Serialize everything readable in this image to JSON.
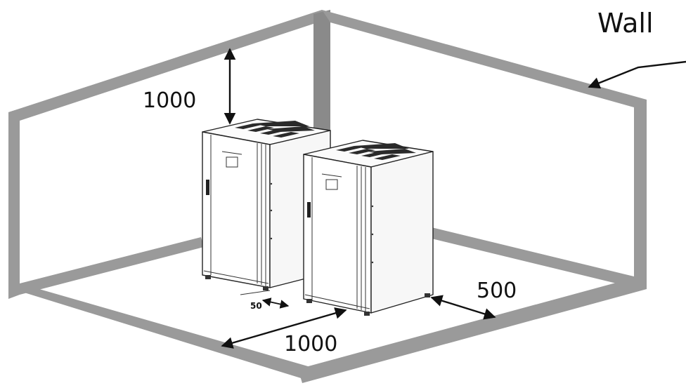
{
  "labels": {
    "wall": "Wall",
    "top_clearance": "1000",
    "front_clearance": "1000",
    "side_clearance": "500",
    "gap_between_cabinets": "50"
  },
  "colors": {
    "wall": "#9a9a9a",
    "background": "#ffffff",
    "ink": "#111111"
  }
}
